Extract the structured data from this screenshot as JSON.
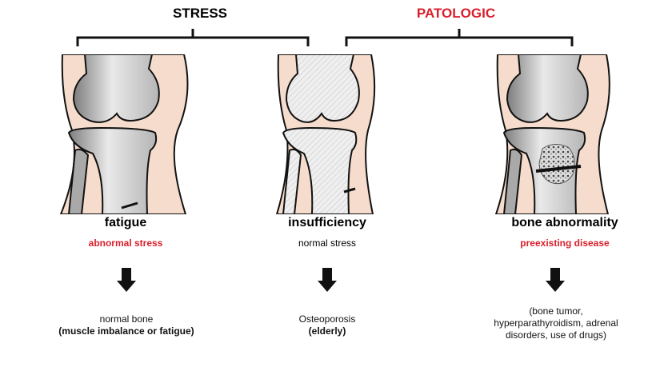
{
  "headers": {
    "stress": "STRESS",
    "patologic": "PATOLOGIC"
  },
  "colors": {
    "red": "#d8202c",
    "skin": "#f5dccc",
    "bone_fill": "#d2d2d2",
    "outline": "#111111"
  },
  "columns": [
    {
      "title": "fatigue",
      "subtitle": "abnormal stress",
      "subtitle_red": true,
      "desc_line1": "normal bone",
      "desc_line2": "(muscle imbalance or fatigue)"
    },
    {
      "title": "insufficiency",
      "subtitle": "normal stress",
      "subtitle_red": false,
      "desc_line1": "Osteoporosis",
      "desc_line2": "(elderly)"
    },
    {
      "title": "bone abnormality",
      "subtitle": "preexisting disease",
      "subtitle_red": true,
      "desc_lines": [
        "(bone tumor,",
        "hyperparathyroidism, adrenal",
        "disorders, use of drugs)"
      ]
    }
  ],
  "icons": [
    "down-arrow-icon",
    "down-arrow-icon",
    "down-arrow-icon"
  ]
}
